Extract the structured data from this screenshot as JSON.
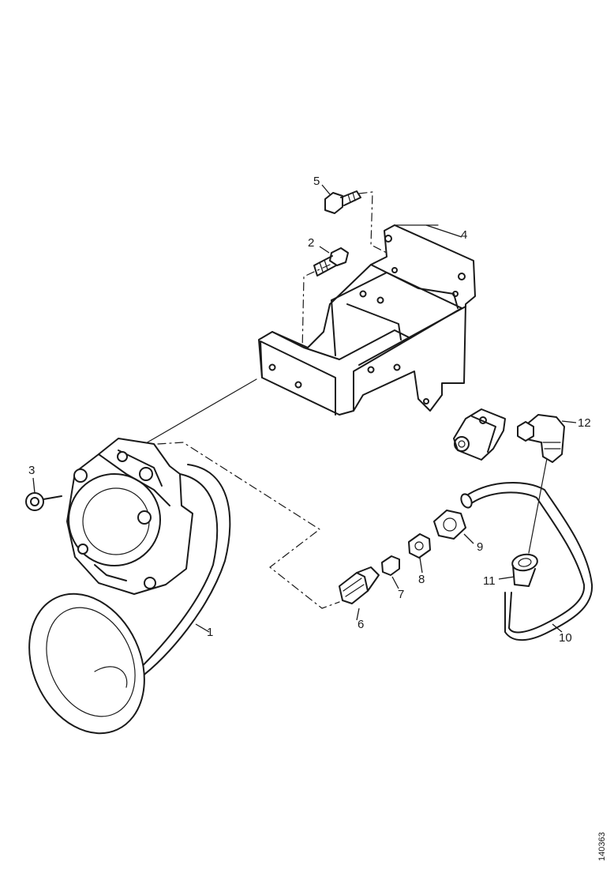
{
  "diagram": {
    "callouts": {
      "c1": "1",
      "c2": "2",
      "c3": "3",
      "c4": "4",
      "c5": "5",
      "c6": "6",
      "c7": "7",
      "c8": "8",
      "c9": "9",
      "c10": "10",
      "c11": "11",
      "c12": "12"
    },
    "reference_code": "140363"
  }
}
